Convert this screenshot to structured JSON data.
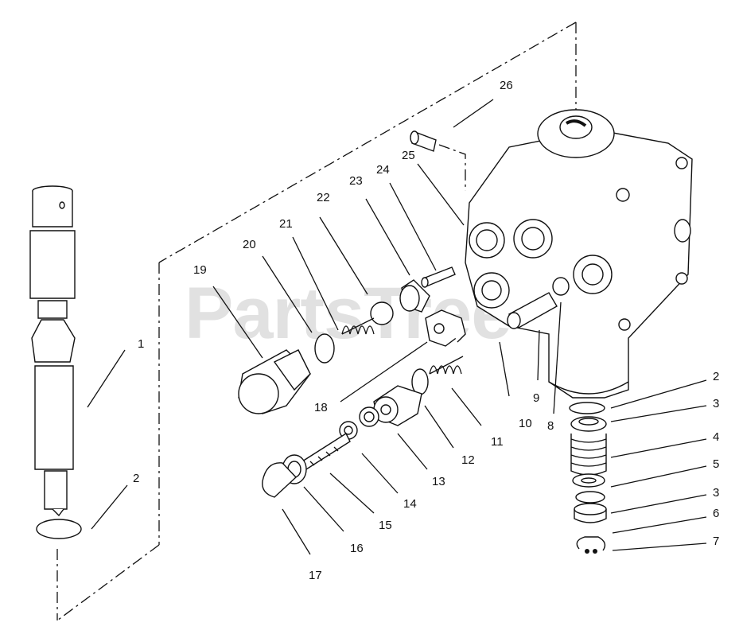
{
  "watermark": "PartsTree",
  "callouts": [
    {
      "id": "c1",
      "text": "1"
    },
    {
      "id": "c2a",
      "text": "2"
    },
    {
      "id": "c2b",
      "text": "2"
    },
    {
      "id": "c3a",
      "text": "3"
    },
    {
      "id": "c3b",
      "text": "3"
    },
    {
      "id": "c4",
      "text": "4"
    },
    {
      "id": "c5",
      "text": "5"
    },
    {
      "id": "c6",
      "text": "6"
    },
    {
      "id": "c7",
      "text": "7"
    },
    {
      "id": "c8",
      "text": "8"
    },
    {
      "id": "c9",
      "text": "9"
    },
    {
      "id": "c10",
      "text": "10"
    },
    {
      "id": "c11",
      "text": "11"
    },
    {
      "id": "c12",
      "text": "12"
    },
    {
      "id": "c13",
      "text": "13"
    },
    {
      "id": "c14",
      "text": "14"
    },
    {
      "id": "c15",
      "text": "15"
    },
    {
      "id": "c16",
      "text": "16"
    },
    {
      "id": "c17",
      "text": "17"
    },
    {
      "id": "c18",
      "text": "18"
    },
    {
      "id": "c19",
      "text": "19"
    },
    {
      "id": "c20",
      "text": "20"
    },
    {
      "id": "c21",
      "text": "21"
    },
    {
      "id": "c22",
      "text": "22"
    },
    {
      "id": "c23",
      "text": "23"
    },
    {
      "id": "c24",
      "text": "24"
    },
    {
      "id": "c25",
      "text": "25"
    },
    {
      "id": "c26",
      "text": "26"
    }
  ]
}
